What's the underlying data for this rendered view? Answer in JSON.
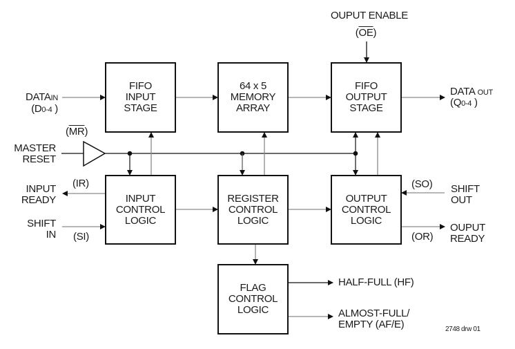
{
  "blocks": {
    "fifo_input_stage": "FIFO\nINPUT\nSTAGE",
    "memory_array": "64 x 5\nMEMORY\nARRAY",
    "fifo_output_stage": "FIFO\nOUTPUT\nSTAGE",
    "input_control_logic": "INPUT\nCONTROL\nLOGIC",
    "register_control_logic": "REGISTER\nCONTROL\nLOGIC",
    "output_control_logic": "OUTPUT\nCONTROL\nLOGIC",
    "flag_control_logic": "FLAG\nCONTROL\nLOGIC"
  },
  "signals": {
    "data_in": {
      "main": "DATA",
      "sub": "IN",
      "pin_open": "(D",
      "pin_sub": "0-4",
      "pin_close": " )"
    },
    "data_out": {
      "main": "DATA",
      "sub": "OUT",
      "pin_open": "(Q",
      "pin_sub": "0-4",
      "pin_close": " )"
    },
    "master_reset": {
      "line1": "MASTER",
      "line2": "RESET",
      "pin_open": "(",
      "pin": "MR",
      "pin_close": ")"
    },
    "output_enable": {
      "label": "OUPUT ENABLE",
      "pin_open": "(",
      "pin": "OE",
      "pin_close": ")"
    },
    "input_ready": {
      "line1": "INPUT",
      "line2": "READY",
      "pin": "(IR)"
    },
    "shift_in": {
      "line1": "SHIFT",
      "line2": "IN",
      "pin": "(SI)"
    },
    "shift_out": {
      "line1": "SHIFT",
      "line2": "OUT",
      "pin": "(SO)"
    },
    "output_ready": {
      "line1": "OUPUT",
      "line2": "READY",
      "pin": "(OR)"
    },
    "half_full": "HALF-FULL (HF)",
    "almost_full_empty": {
      "line1": "ALMOST-FULL/",
      "line2": "EMPTY (AF/E)"
    }
  },
  "figure_id": "2748 drw 01",
  "colors": {
    "line_dark": "#111111",
    "line_gray": "#8a8a8a",
    "text": "#1a1a1a"
  }
}
